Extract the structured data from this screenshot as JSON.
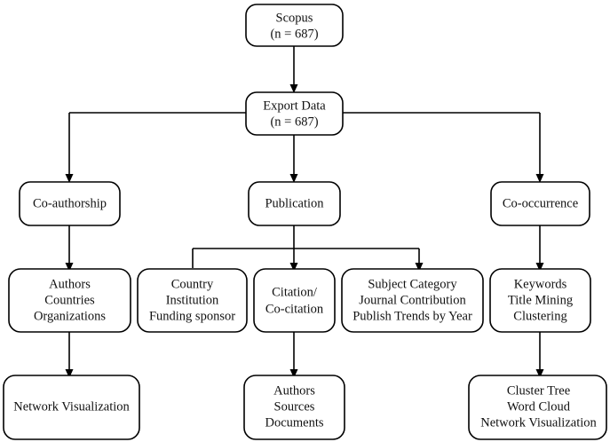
{
  "diagram": {
    "title": "Bibliometric analysis workflow flowchart",
    "background_color": "#ffffff",
    "line_color": "#000000",
    "text_color": "#111111",
    "nodes": {
      "scopus": {
        "lines": [
          "Scopus",
          "(n = 687)"
        ],
        "line1": "Scopus",
        "line2": "(n = 687)",
        "record_count": 687
      },
      "export_data": {
        "lines": [
          "Export Data",
          "(n = 687)"
        ],
        "line1": "Export Data",
        "line2": "(n = 687)",
        "record_count": 687
      },
      "co_authorship": {
        "lines": [
          "Co-authorship"
        ],
        "line1": "Co-authorship"
      },
      "publication": {
        "lines": [
          "Publication"
        ],
        "line1": "Publication"
      },
      "co_occurrence": {
        "lines": [
          "Co-occurrence"
        ],
        "line1": "Co-occurrence"
      },
      "authors_countries_organizations": {
        "lines": [
          "Authors",
          "Countries",
          "Organizations"
        ],
        "line1": "Authors",
        "line2": "Countries",
        "line3": "Organizations"
      },
      "country_institution_funding": {
        "lines": [
          "Country",
          "Institution",
          "Funding sponsor"
        ],
        "line1": "Country",
        "line2": "Institution",
        "line3": "Funding sponsor"
      },
      "citation_cocitation": {
        "lines": [
          "Citation/",
          "Co-citation"
        ],
        "line1": "Citation/",
        "line2": "Co-citation"
      },
      "subject_journal_trends": {
        "lines": [
          "Subject Category",
          "Journal Contribution",
          "Publish Trends by Year"
        ],
        "line1": "Subject Category",
        "line2": "Journal Contribution",
        "line3": "Publish Trends by Year"
      },
      "keywords_title_clustering": {
        "lines": [
          "Keywords",
          "Title Mining",
          "Clustering"
        ],
        "line1": "Keywords",
        "line2": "Title Mining",
        "line3": "Clustering"
      },
      "network_visualization": {
        "lines": [
          "Network Visualization"
        ],
        "line1": "Network Visualization"
      },
      "authors_sources_documents": {
        "lines": [
          "Authors",
          "Sources",
          "Documents"
        ],
        "line1": "Authors",
        "line2": "Sources",
        "line3": "Documents"
      },
      "cluster_wordcloud_network": {
        "lines": [
          "Cluster Tree",
          "Word Cloud",
          "Network Visualization"
        ],
        "line1": "Cluster Tree",
        "line2": "Word Cloud",
        "line3": "Network Visualization"
      }
    },
    "edges": [
      {
        "from": "scopus",
        "to": "export_data",
        "arrow": true
      },
      {
        "from": "export_data",
        "to": "co_authorship",
        "arrow": true
      },
      {
        "from": "export_data",
        "to": "publication",
        "arrow": true
      },
      {
        "from": "export_data",
        "to": "co_occurrence",
        "arrow": true
      },
      {
        "from": "co_authorship",
        "to": "authors_countries_organizations",
        "arrow": true
      },
      {
        "from": "publication",
        "to": "country_institution_funding",
        "arrow": false
      },
      {
        "from": "publication",
        "to": "citation_cocitation",
        "arrow": true
      },
      {
        "from": "publication",
        "to": "subject_journal_trends",
        "arrow": true
      },
      {
        "from": "co_occurrence",
        "to": "keywords_title_clustering",
        "arrow": true
      },
      {
        "from": "authors_countries_organizations",
        "to": "network_visualization",
        "arrow": true
      },
      {
        "from": "citation_cocitation",
        "to": "authors_sources_documents",
        "arrow": true
      },
      {
        "from": "keywords_title_clustering",
        "to": "cluster_wordcloud_network",
        "arrow": true
      }
    ]
  }
}
